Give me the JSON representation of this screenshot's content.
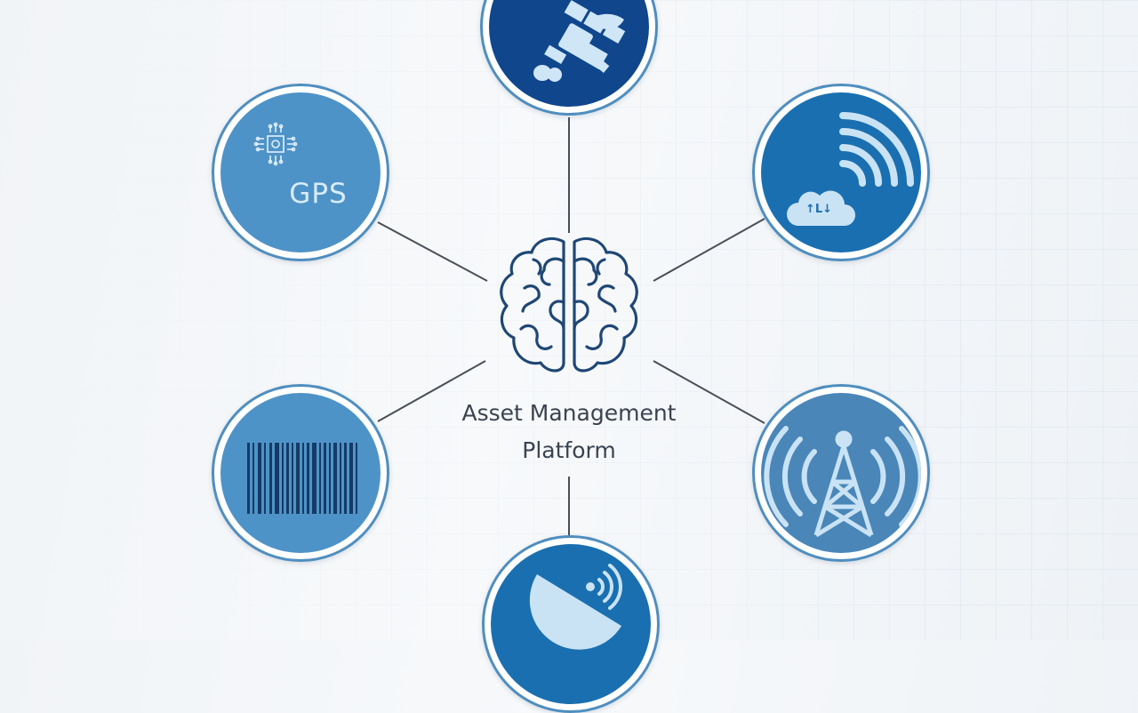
{
  "center": {
    "title_line1": "Asset Management",
    "title_line2": "Platform",
    "icon": "brain-icon"
  },
  "nodes": [
    {
      "id": "satellite",
      "icon": "satellite-icon",
      "label": ""
    },
    {
      "id": "gps",
      "icon": "gps-chip-icon",
      "label": "GPS"
    },
    {
      "id": "cloud-wifi",
      "icon": "cloud-wireless-icon",
      "label": "↑L↓"
    },
    {
      "id": "barcode",
      "icon": "barcode-icon",
      "label": ""
    },
    {
      "id": "cell-tower",
      "icon": "cell-tower-icon",
      "label": ""
    },
    {
      "id": "satellite-dish",
      "icon": "satellite-dish-icon",
      "label": ""
    }
  ],
  "colors": {
    "dark_blue": "#10468c",
    "mid_blue": "#1a6fb0",
    "light_blue": "#4e93c7",
    "icon_light": "#c9e3f5",
    "ring": "#4f8ebf",
    "line": "#4a4f57"
  }
}
